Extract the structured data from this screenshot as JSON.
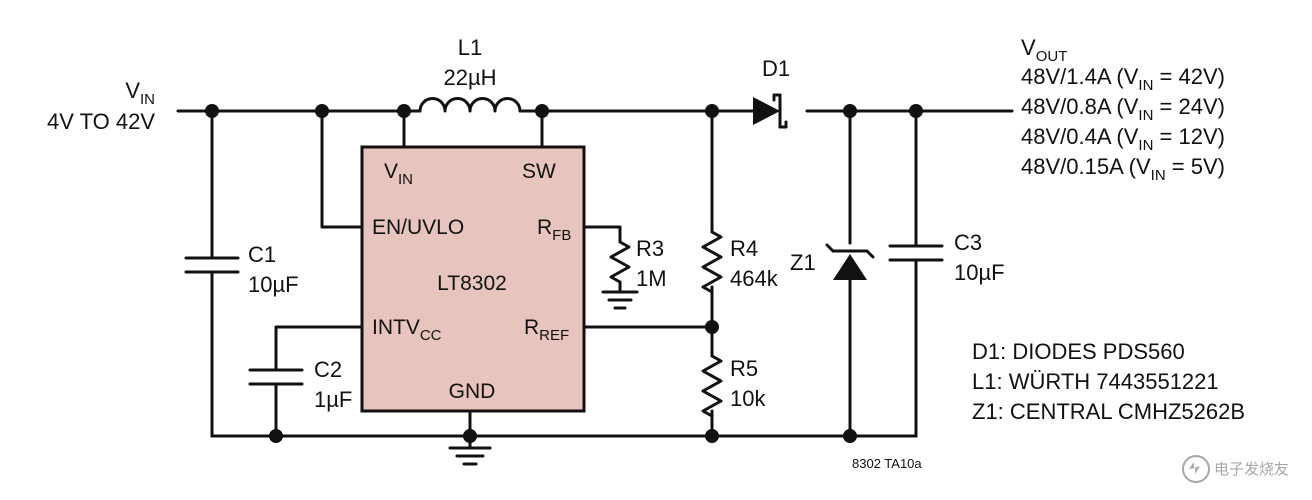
{
  "input": {
    "name": "V",
    "name_sub": "IN",
    "range": "4V TO 42V"
  },
  "ic": {
    "part": "LT8302",
    "pins": {
      "vin": "V",
      "vin_sub": "IN",
      "sw": "SW",
      "en": "EN/UVLO",
      "rfb": "R",
      "rfb_sub": "FB",
      "intvcc": "INTV",
      "intvcc_sub": "CC",
      "rref": "R",
      "rref_sub": "REF",
      "gnd": "GND"
    }
  },
  "components": {
    "l1": {
      "ref": "L1",
      "value": "22µH"
    },
    "d1": {
      "ref": "D1"
    },
    "c1": {
      "ref": "C1",
      "value": "10µF"
    },
    "c2": {
      "ref": "C2",
      "value": "1µF"
    },
    "r3": {
      "ref": "R3",
      "value": "1M"
    },
    "r4": {
      "ref": "R4",
      "value": "464k"
    },
    "r5": {
      "ref": "R5",
      "value": "10k"
    },
    "z1": {
      "ref": "Z1"
    },
    "c3": {
      "ref": "C3",
      "value": "10µF"
    }
  },
  "output": {
    "name": "V",
    "name_sub": "OUT",
    "ratings": [
      {
        "pre": "48V/1.4A (V",
        "sub": "IN",
        "post": " = 42V)"
      },
      {
        "pre": "48V/0.8A (V",
        "sub": "IN",
        "post": " = 24V)"
      },
      {
        "pre": "48V/0.4A (V",
        "sub": "IN",
        "post": " = 12V)"
      },
      {
        "pre": "48V/0.15A (V",
        "sub": "IN",
        "post": " = 5V)"
      }
    ]
  },
  "bom_notes": [
    "D1: DIODES PDS560",
    "L1: WÜRTH 7443551221",
    "Z1: CENTRAL CMHZ5262B"
  ],
  "figure_id": "8302 TA10a",
  "watermark": "电子发烧友",
  "colors": {
    "ic_fill": "#e8c4bf",
    "ink": "#111111",
    "background": "#ffffff"
  }
}
